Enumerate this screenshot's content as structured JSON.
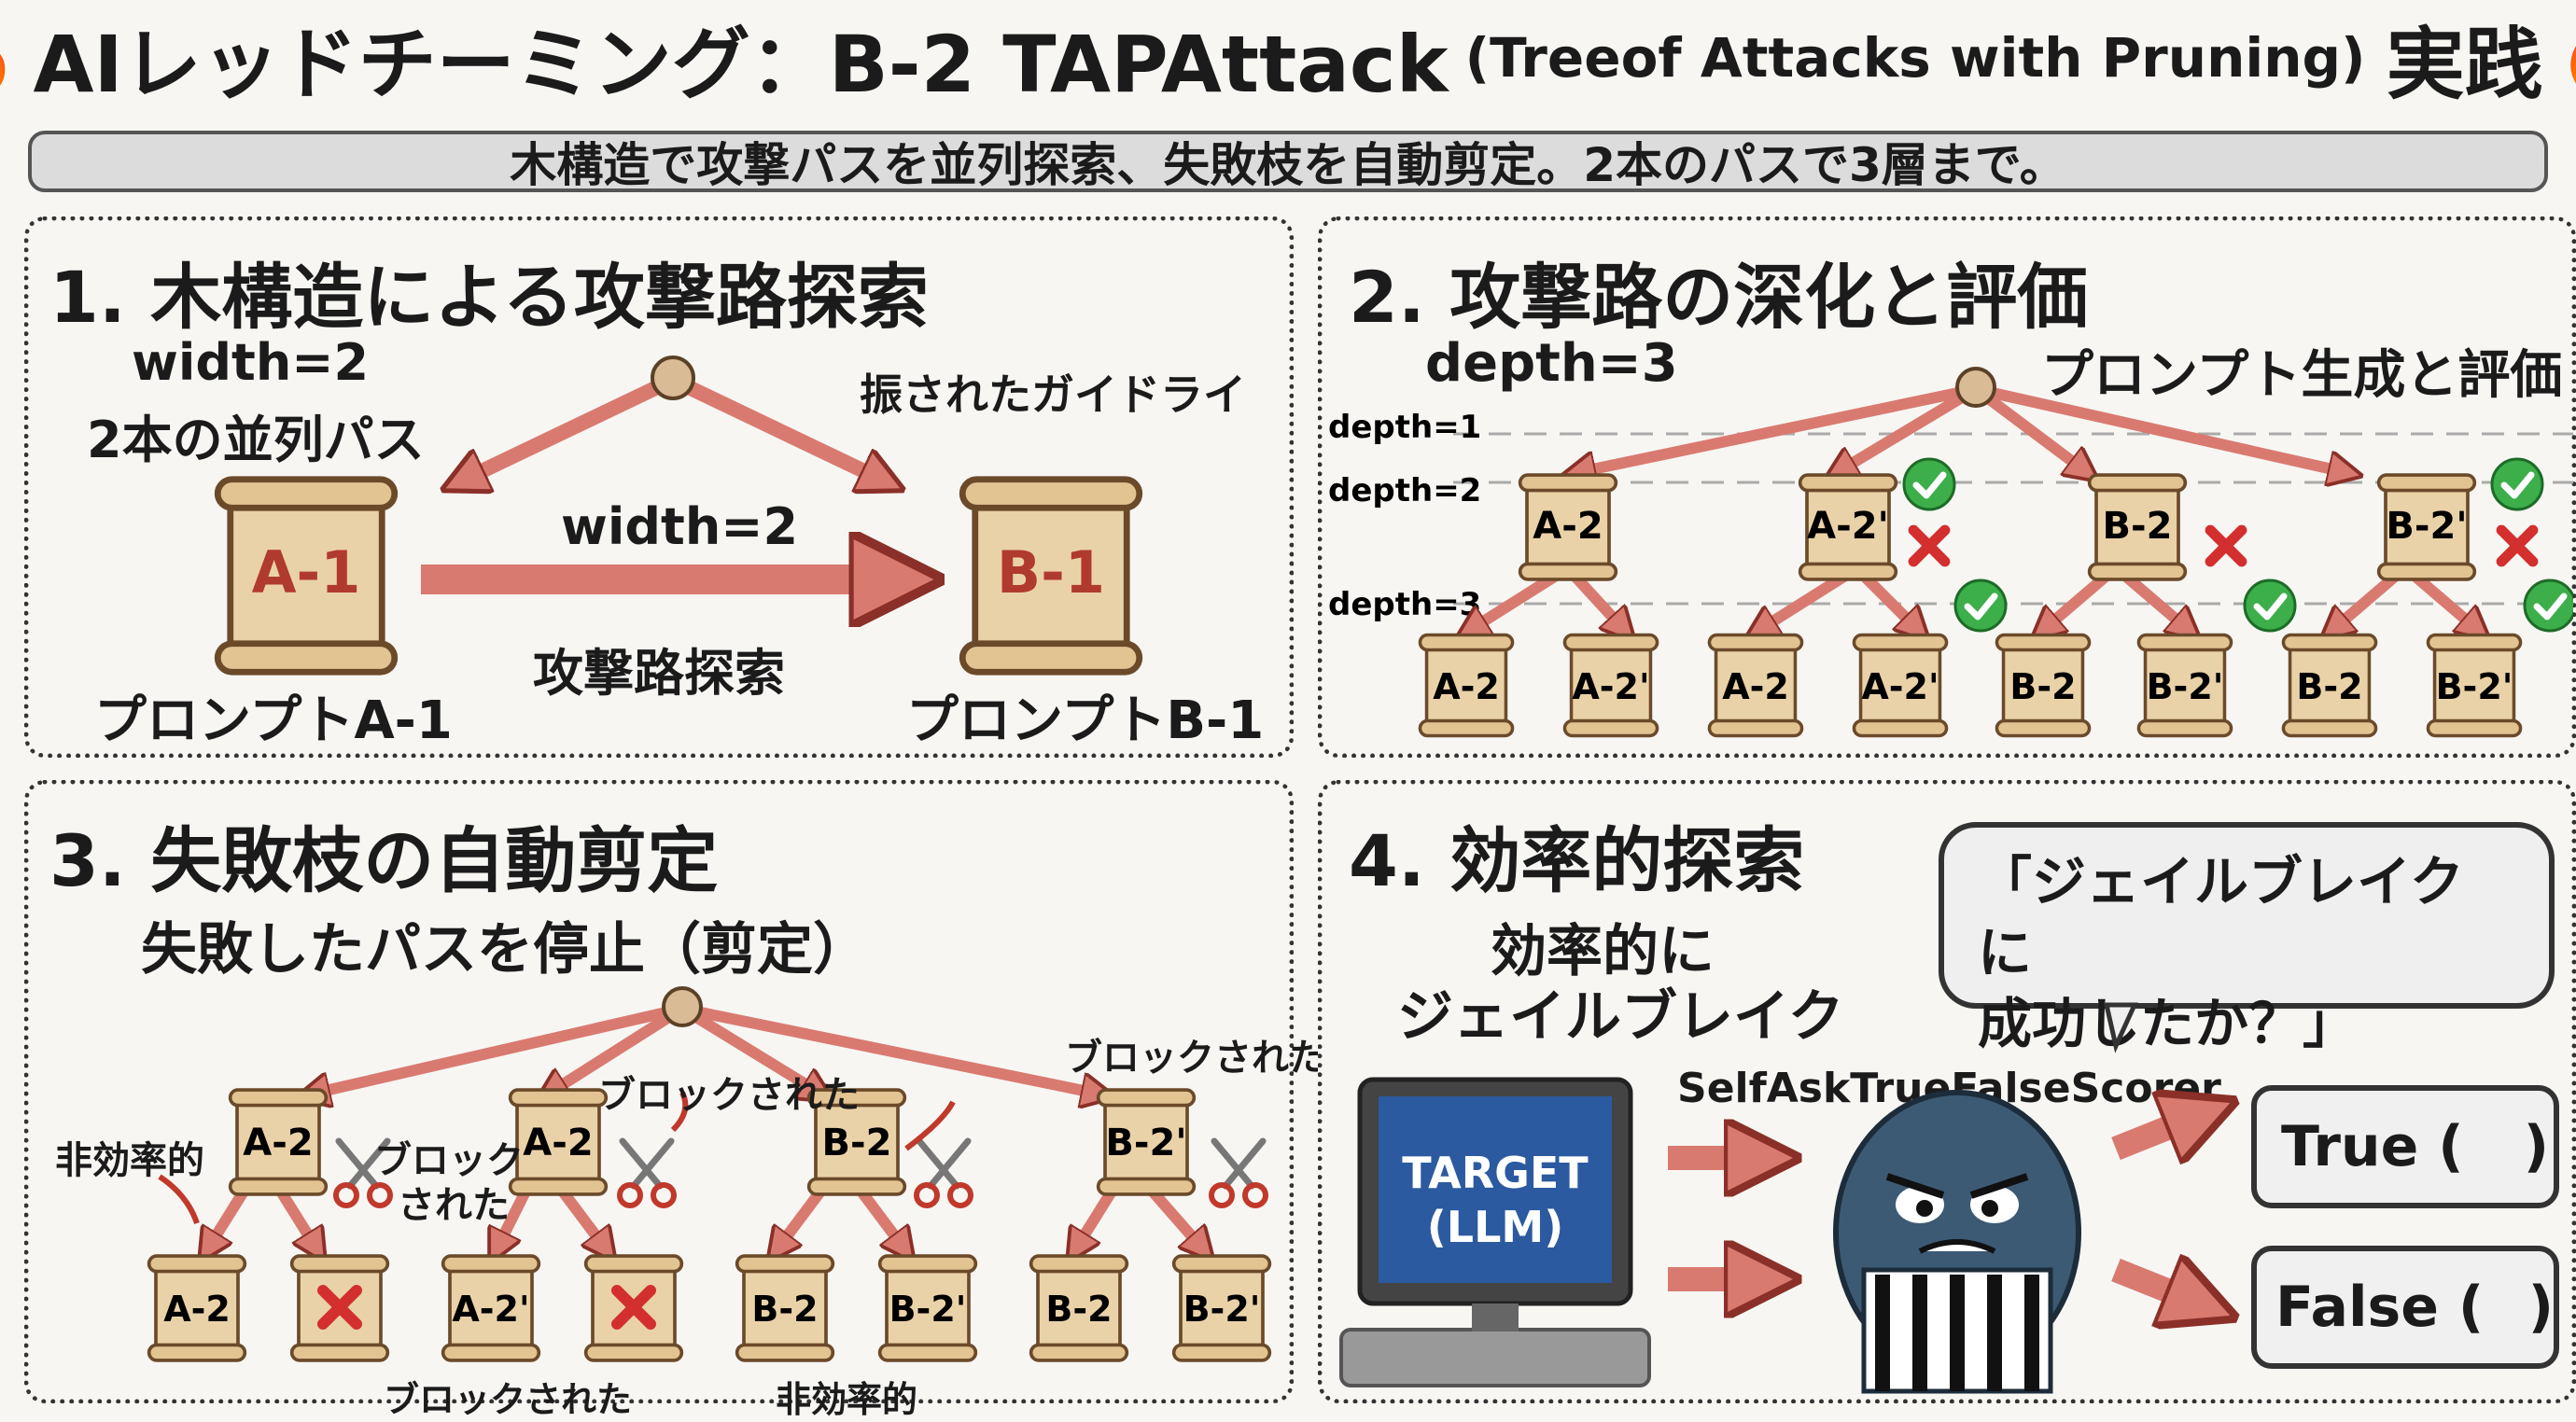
{
  "header": {
    "title_main": "AIレッドチーミング：B-2 TAPAttack",
    "title_paren": "(Treeof Attacks with Pruning)",
    "title_end": "実践",
    "subtitle": "木構造で攻撃パスを並列探索、失敗枝を自動剪定。2本のパスで3層まで。"
  },
  "panel1": {
    "title": "1. 木構造による攻撃路探索",
    "width_label": "width=2",
    "parallel_label": "2本の並列パス",
    "guard_label": "振されたガイドライ",
    "arrow_width": "width=2",
    "arrow_label": "攻撃路探索",
    "scroll_a": "A-1",
    "scroll_b": "B-1",
    "prompt_a": "プロンプトA-1",
    "prompt_b": "プロンプトB-1"
  },
  "panel2": {
    "title": "2. 攻撃路の深化と評価",
    "depth_label": "depth=3",
    "gen_label": "プロンプト生成と評価",
    "d1": "depth=1",
    "d2": "depth=2",
    "d3": "depth=3",
    "mid": [
      "A-2",
      "A-2'",
      "B-2",
      "B-2'"
    ],
    "leaves": [
      "A-2",
      "A-2'",
      "A-2",
      "A-2'",
      "B-2",
      "B-2'",
      "B-2",
      "B-2'"
    ]
  },
  "panel3": {
    "title": "3. 失敗枝の自動剪定",
    "subtitle": "失敗したパスを停止（剪定）",
    "inefficient": "非効率的",
    "blocked": "ブロックされた",
    "blocked_a": "ブロック",
    "blocked_b": "された",
    "mid": [
      "A-2",
      "A-2",
      "B-2",
      "B-2'"
    ],
    "leaves": [
      "A-2",
      "",
      "A-2'",
      "",
      "B-2",
      "B-2'",
      "B-2",
      "B-2'"
    ],
    "bottom_blocked": "ブロックされた",
    "bottom_inefficient": "非効率的"
  },
  "panel4": {
    "title": "4. 効率的探索",
    "effective_1": "効率的に",
    "effective_2": "ジェイルブレイク",
    "bubble_1": "「ジェイルブレイクに",
    "bubble_2": "成功したか？」",
    "scorer": "SelfAskTrueFalseScorer",
    "target_1": "TARGET",
    "target_2": "(LLM)",
    "true_label": "True (",
    "false_label": "False (",
    "close_paren": ")"
  },
  "colors": {
    "arrow": "#d97a70",
    "arrow_stroke": "#8a3028",
    "scroll": "#ead2a8",
    "scroll_stroke": "#6b4a2a",
    "check": "#3cae4a",
    "cross": "#d32f2f",
    "monitor": "#2c5aa0"
  }
}
